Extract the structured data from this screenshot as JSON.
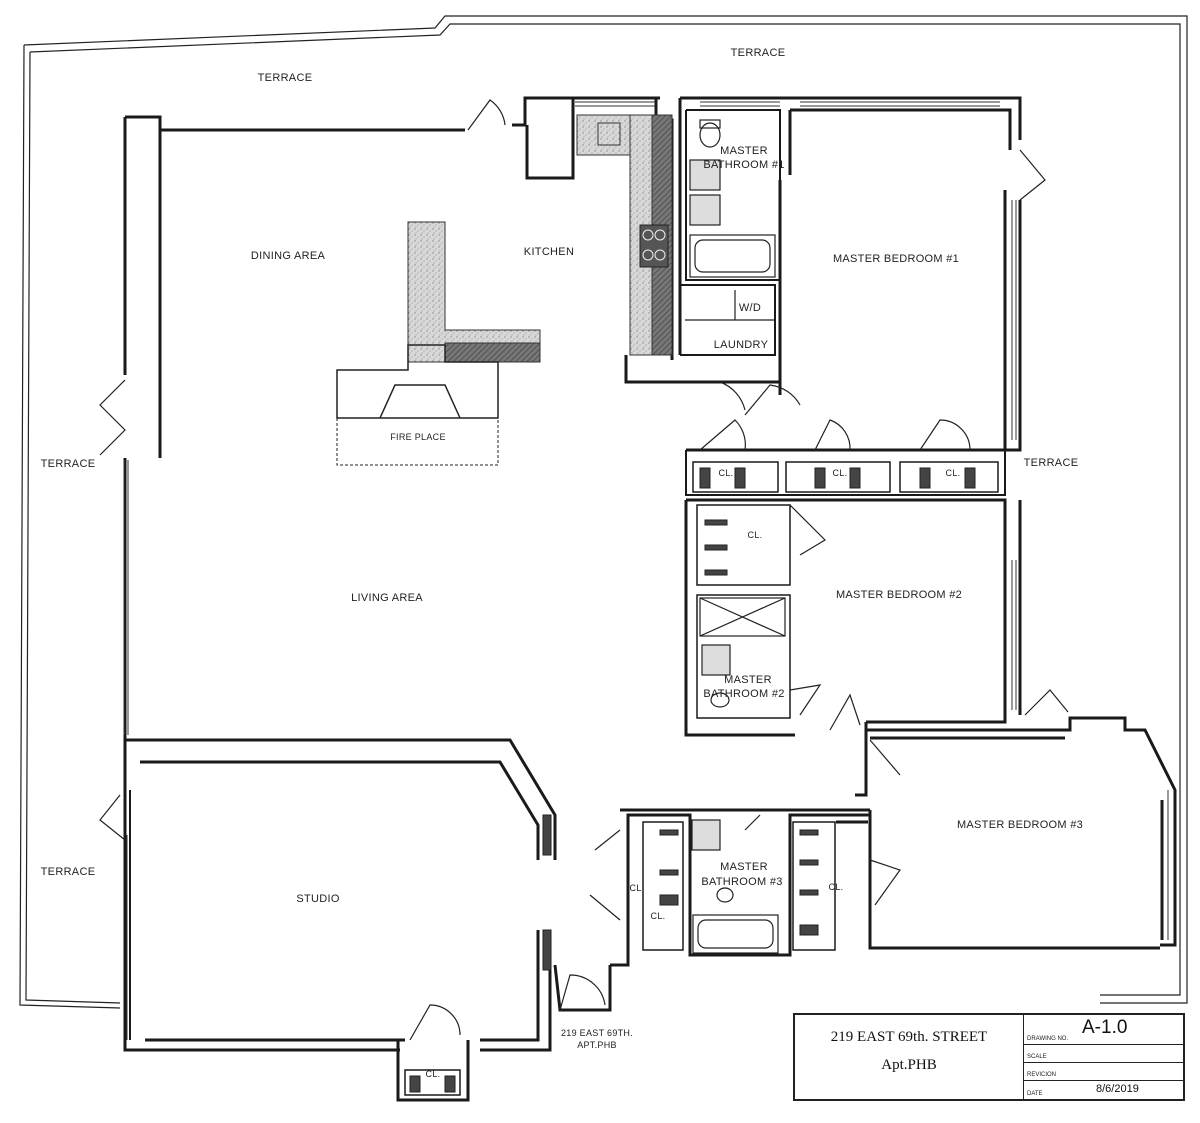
{
  "rooms": {
    "terrace_top_left": "TERRACE",
    "terrace_top_right": "TERRACE",
    "terrace_left": "TERRACE",
    "terrace_bottom_left": "TERRACE",
    "terrace_right": "TERRACE",
    "dining_area": "DINING AREA",
    "kitchen": "KITCHEN",
    "fire_place": "FIRE PLACE",
    "living_area": "LIVING AREA",
    "studio": "STUDIO",
    "master_bathroom_1_line1": "MASTER",
    "master_bathroom_1_line2": "BATHROOM #1",
    "master_bedroom_1": "MASTER BEDROOM #1",
    "wd": "W/D",
    "laundry": "LAUNDRY",
    "closet_1": "CL.",
    "closet_2": "CL.",
    "closet_3": "CL.",
    "closet_4": "CL.",
    "master_bedroom_2": "MASTER BEDROOM #2",
    "master_bathroom_2_line1": "MASTER",
    "master_bathroom_2_line2": "BATHROOM #2",
    "master_bedroom_3": "MASTER BEDROOM #3",
    "closet_5": "CL.",
    "closet_6": "CL.",
    "master_bathroom_3_line1": "MASTER",
    "master_bathroom_3_line2": "BATHROOM #3",
    "closet_7": "CL.",
    "closet_8": "CL.",
    "entry_line1": "219 EAST 69TH.",
    "entry_line2": "APT.PHB"
  },
  "title_block": {
    "address": "219 EAST 69th. STREET",
    "apartment": "Apt.PHB",
    "drawing_no_label": "DRAWING NO.",
    "drawing_no": "A-1.0",
    "scale_label": "SCALE",
    "revision_label": "REVICION",
    "date_label": "DATE",
    "date": "8/6/2019"
  },
  "colors": {
    "wall": "#1a1a1a",
    "counter_fill": "#cfcfcf",
    "counter_dark": "#6b6b6b"
  }
}
